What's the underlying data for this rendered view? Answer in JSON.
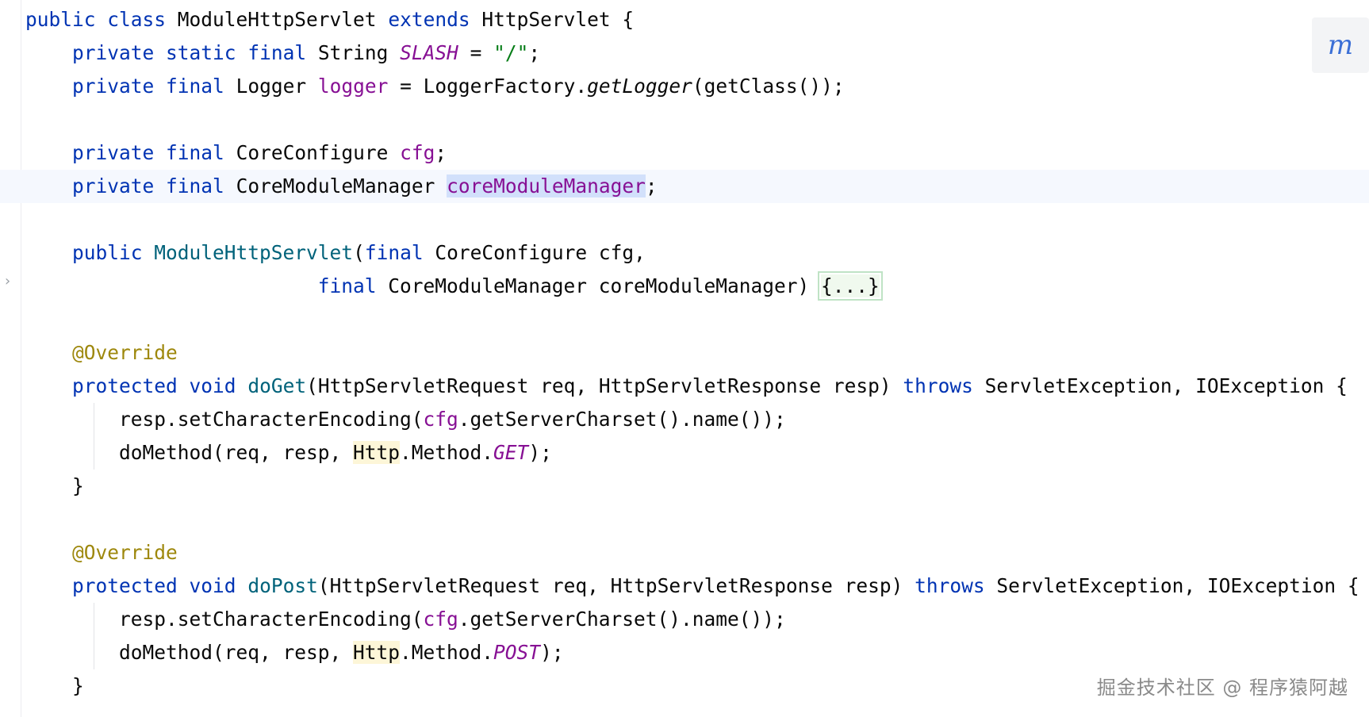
{
  "editor": {
    "lines": [
      {
        "tokens": [
          {
            "t": "public",
            "c": "kw"
          },
          {
            "t": " "
          },
          {
            "t": "class",
            "c": "kw"
          },
          {
            "t": " ModuleHttpServlet "
          },
          {
            "t": "extends",
            "c": "kw"
          },
          {
            "t": " HttpServlet {"
          }
        ]
      },
      {
        "tokens": [
          {
            "t": "    "
          },
          {
            "t": "private",
            "c": "kw"
          },
          {
            "t": " "
          },
          {
            "t": "static",
            "c": "kw"
          },
          {
            "t": " "
          },
          {
            "t": "final",
            "c": "kw"
          },
          {
            "t": " String "
          },
          {
            "t": "SLASH",
            "c": "sfld"
          },
          {
            "t": " = "
          },
          {
            "t": "\"/\"",
            "c": "str"
          },
          {
            "t": ";"
          }
        ]
      },
      {
        "tokens": [
          {
            "t": "    "
          },
          {
            "t": "private",
            "c": "kw"
          },
          {
            "t": " "
          },
          {
            "t": "final",
            "c": "kw"
          },
          {
            "t": " Logger "
          },
          {
            "t": "logger",
            "c": "fld"
          },
          {
            "t": " = LoggerFactory."
          },
          {
            "t": "getLogger",
            "c": "smeth"
          },
          {
            "t": "(getClass());"
          }
        ]
      },
      {
        "tokens": []
      },
      {
        "tokens": [
          {
            "t": "    "
          },
          {
            "t": "private",
            "c": "kw"
          },
          {
            "t": " "
          },
          {
            "t": "final",
            "c": "kw"
          },
          {
            "t": " CoreConfigure "
          },
          {
            "t": "cfg",
            "c": "fld"
          },
          {
            "t": ";"
          }
        ]
      },
      {
        "current": true,
        "tokens": [
          {
            "t": "    "
          },
          {
            "t": "private",
            "c": "kw"
          },
          {
            "t": " "
          },
          {
            "t": "final",
            "c": "kw"
          },
          {
            "t": " CoreModuleManager "
          },
          {
            "t": "coreModuleManager",
            "c": "fld sel"
          },
          {
            "t": ";"
          }
        ]
      },
      {
        "tokens": []
      },
      {
        "tokens": [
          {
            "t": "    "
          },
          {
            "t": "public",
            "c": "kw"
          },
          {
            "t": " "
          },
          {
            "t": "ModuleHttpServlet",
            "c": "fn"
          },
          {
            "t": "("
          },
          {
            "t": "final",
            "c": "kw"
          },
          {
            "t": " CoreConfigure cfg,"
          }
        ]
      },
      {
        "fold": true,
        "tokens": [
          {
            "t": "                         "
          },
          {
            "t": "final",
            "c": "kw"
          },
          {
            "t": " CoreModuleManager coreModuleManager) "
          },
          {
            "t": "{...}",
            "c": "fold-box"
          }
        ]
      },
      {
        "tokens": []
      },
      {
        "tokens": [
          {
            "t": "    "
          },
          {
            "t": "@Override",
            "c": "ann"
          }
        ]
      },
      {
        "tokens": [
          {
            "t": "    "
          },
          {
            "t": "protected",
            "c": "kw"
          },
          {
            "t": " "
          },
          {
            "t": "void",
            "c": "kw"
          },
          {
            "t": " "
          },
          {
            "t": "doGet",
            "c": "fn"
          },
          {
            "t": "(HttpServletRequest req, HttpServletResponse resp) "
          },
          {
            "t": "throws",
            "c": "kw"
          },
          {
            "t": " ServletException, IOException {"
          }
        ]
      },
      {
        "guide": true,
        "tokens": [
          {
            "t": "        resp.setCharacterEncoding("
          },
          {
            "t": "cfg",
            "c": "fld"
          },
          {
            "t": ".getServerCharset().name());"
          }
        ]
      },
      {
        "guide": true,
        "tokens": [
          {
            "t": "        doMethod(req, resp, "
          },
          {
            "t": "Http",
            "c": "ident-hl"
          },
          {
            "t": ".Method."
          },
          {
            "t": "GET",
            "c": "sfld"
          },
          {
            "t": ");"
          }
        ]
      },
      {
        "tokens": [
          {
            "t": "    }"
          }
        ]
      },
      {
        "tokens": []
      },
      {
        "tokens": [
          {
            "t": "    "
          },
          {
            "t": "@Override",
            "c": "ann"
          }
        ]
      },
      {
        "tokens": [
          {
            "t": "    "
          },
          {
            "t": "protected",
            "c": "kw"
          },
          {
            "t": " "
          },
          {
            "t": "void",
            "c": "kw"
          },
          {
            "t": " "
          },
          {
            "t": "doPost",
            "c": "fn"
          },
          {
            "t": "(HttpServletRequest req, HttpServletResponse resp) "
          },
          {
            "t": "throws",
            "c": "kw"
          },
          {
            "t": " ServletException, IOException {"
          }
        ]
      },
      {
        "guide": true,
        "tokens": [
          {
            "t": "        resp.setCharacterEncoding("
          },
          {
            "t": "cfg",
            "c": "fld"
          },
          {
            "t": ".getServerCharset().name());"
          }
        ]
      },
      {
        "guide": true,
        "tokens": [
          {
            "t": "        doMethod(req, resp, "
          },
          {
            "t": "Http",
            "c": "ident-hl"
          },
          {
            "t": ".Method."
          },
          {
            "t": "POST",
            "c": "sfld"
          },
          {
            "t": ");"
          }
        ]
      },
      {
        "tokens": [
          {
            "t": "    }"
          }
        ]
      }
    ]
  },
  "plugin_icon": {
    "glyph": "m",
    "name": "maven-reload-icon"
  },
  "fold_arrow": "›",
  "watermark": "掘金技术社区 @ 程序猿阿越",
  "colors": {
    "keyword": "#0033b3",
    "field": "#871094",
    "string": "#067d17",
    "annotation": "#9e880d",
    "method": "#00627a",
    "selection": "#d2e0fb"
  }
}
